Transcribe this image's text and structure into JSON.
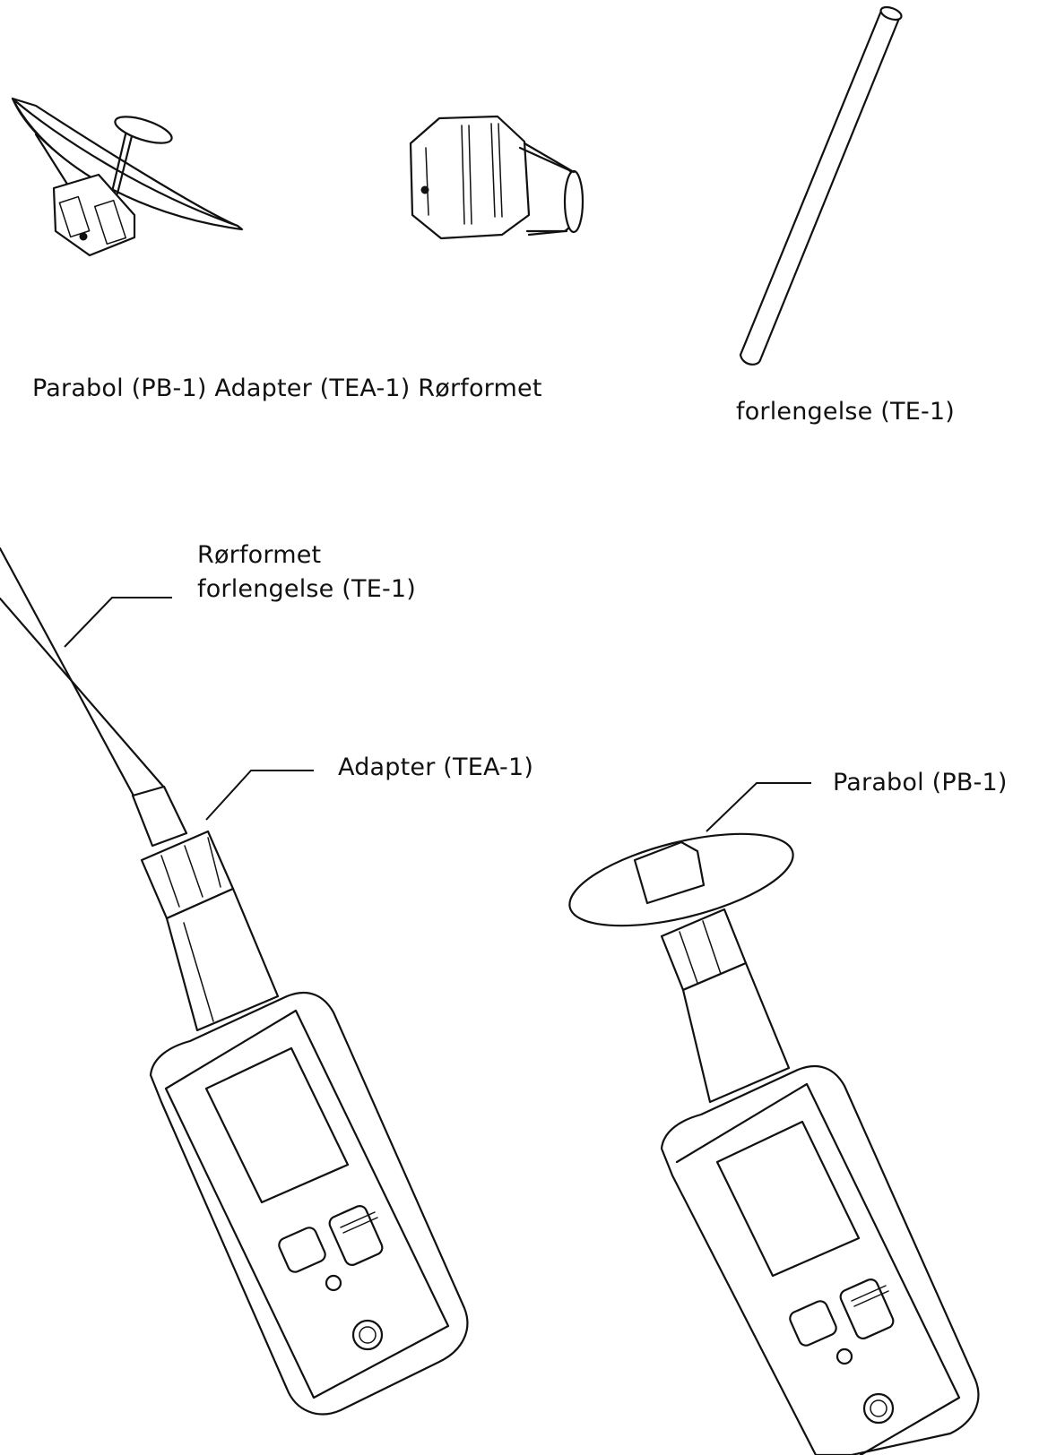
{
  "labels": {
    "top_row": "Parabol (PB-1) Adapter (TEA-1) Rørformet",
    "top_right": "forlengelse (TE-1)",
    "tube_callout_line1": "Rørformet",
    "tube_callout_line2": "forlengelse (TE-1)",
    "adapter_callout": "Adapter (TEA-1)",
    "parabol_callout": "Parabol (PB-1)"
  }
}
